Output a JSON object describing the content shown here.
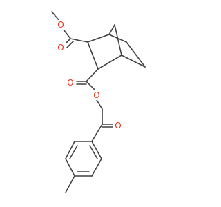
{
  "molecule": {
    "atom_labels": {
      "o_methoxy": "O",
      "o_ester1_carbonyl": "O",
      "o_ester2_carbonyl": "O",
      "o_ester2_link": "O",
      "o_ketone": "O"
    }
  },
  "colors": {
    "bond": "#404040",
    "oxygen": "#e8321e",
    "background": "#ffffff"
  }
}
